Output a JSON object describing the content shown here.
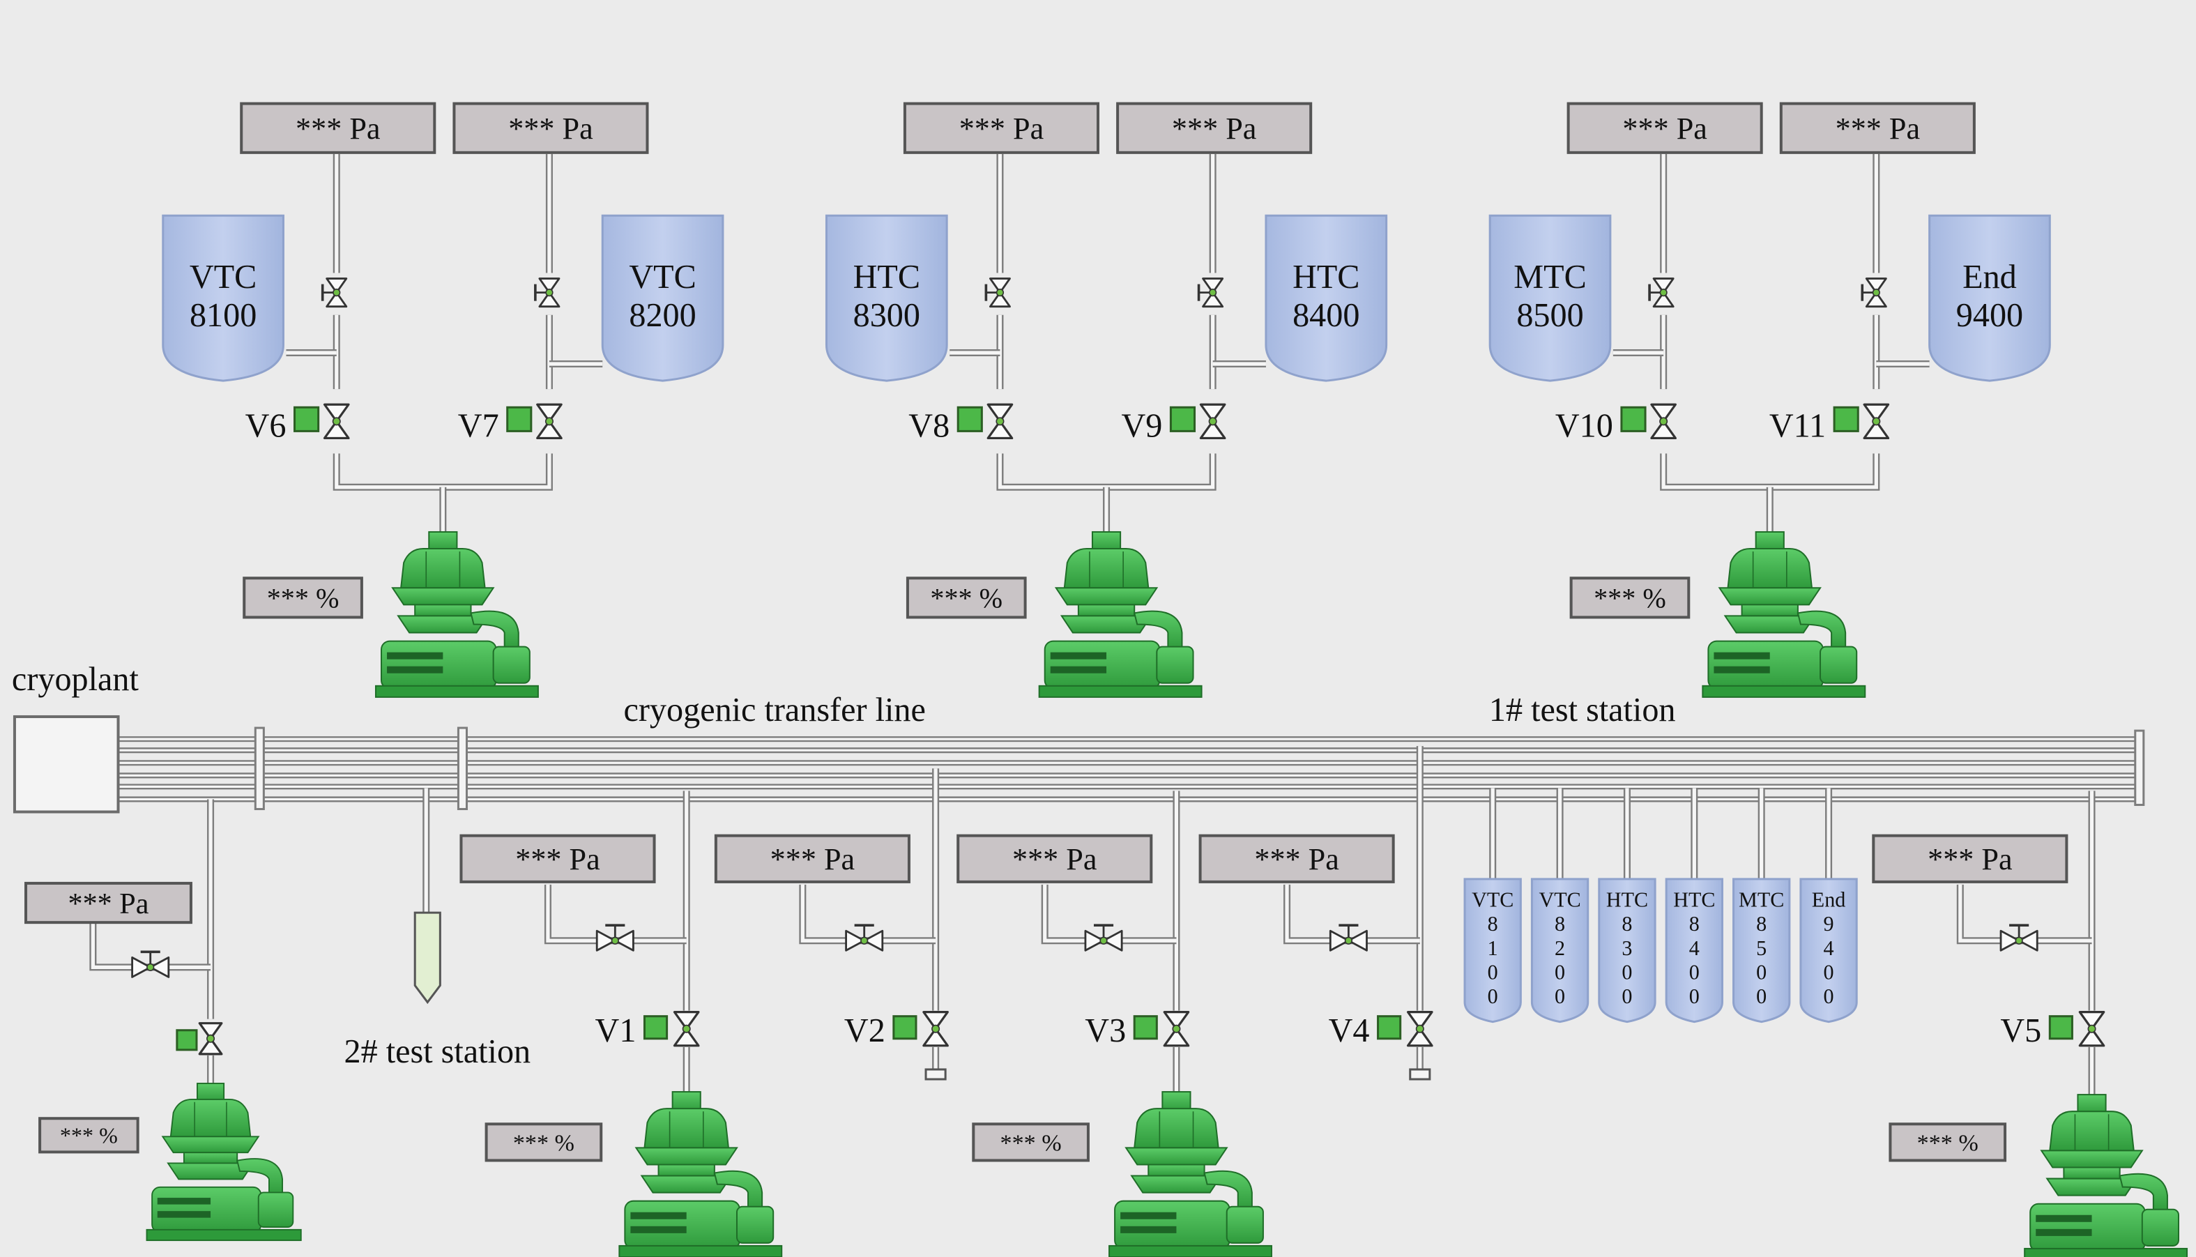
{
  "pressure_unit": "*** Pa",
  "percent_unit": "*** %",
  "labels": {
    "cryoplant": "cryoplant",
    "transfer_line": "cryogenic transfer line",
    "test_station_1": "1# test station",
    "test_station_2": "2# test station"
  },
  "top_groups": [
    {
      "left_tank": [
        "VTC",
        "8100"
      ],
      "right_tank": [
        "VTC",
        "8200"
      ],
      "left_valve": "V6",
      "right_valve": "V7"
    },
    {
      "left_tank": [
        "HTC",
        "8300"
      ],
      "right_tank": [
        "HTC",
        "8400"
      ],
      "left_valve": "V8",
      "right_valve": "V9"
    },
    {
      "left_tank": [
        "MTC",
        "8500"
      ],
      "right_tank": [
        "End",
        "9400"
      ],
      "left_valve": "V10",
      "right_valve": "V11"
    }
  ],
  "bottom_valves": [
    "V1",
    "V2",
    "V3",
    "V4",
    "V5"
  ],
  "station_tanks": [
    [
      "VTC",
      "8",
      "1",
      "0",
      "0"
    ],
    [
      "VTC",
      "8",
      "2",
      "0",
      "0"
    ],
    [
      "HTC",
      "8",
      "3",
      "0",
      "0"
    ],
    [
      "HTC",
      "8",
      "4",
      "0",
      "0"
    ],
    [
      "MTC",
      "8",
      "5",
      "0",
      "0"
    ],
    [
      "End",
      "9",
      "4",
      "0",
      "0"
    ]
  ],
  "colors": {
    "background": "#ebebeb",
    "display_box": "#c9c4c6",
    "tank": "#b4c4e6",
    "pump": "#3db04b",
    "indicator": "#4cb848",
    "pipe": "#8d8d8d"
  }
}
